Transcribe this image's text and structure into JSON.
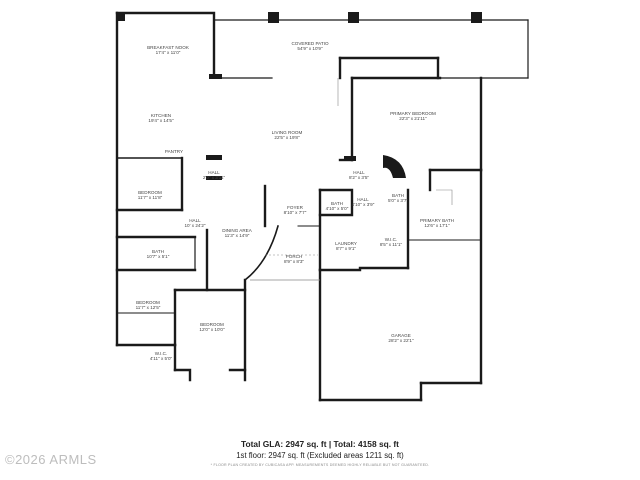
{
  "rooms": [
    {
      "id": "breakfast-nook",
      "name": "BREAKFAST NOOK",
      "dims": "17'4\" x 11'0\""
    },
    {
      "id": "covered-patio",
      "name": "COVERED PATIO",
      "dims": "54'9\" x 10'9\""
    },
    {
      "id": "kitchen",
      "name": "KITCHEN",
      "dims": "19'4\" x 14'5\""
    },
    {
      "id": "living-room",
      "name": "LIVING ROOM",
      "dims": "22'5\" x 19'8\""
    },
    {
      "id": "primary-bedroom",
      "name": "PRIMARY BEDROOM",
      "dims": "22'3\" x 21'11\""
    },
    {
      "id": "pantry",
      "name": "PANTRY",
      "dims": ""
    },
    {
      "id": "hall-1",
      "name": "HALL",
      "dims": "2'0\" x 3'11\""
    },
    {
      "id": "hall-2",
      "name": "HALL",
      "dims": "8'2\" x 3'5\""
    },
    {
      "id": "bedroom-1",
      "name": "BEDROOM",
      "dims": "11'7\" x 11'8\""
    },
    {
      "id": "foyer",
      "name": "FOYER",
      "dims": "8'10\" x 7'7\""
    },
    {
      "id": "bath-1",
      "name": "BATH",
      "dims": "4'10\" x 5'0\""
    },
    {
      "id": "hall-3",
      "name": "HALL",
      "dims": "4'10\" x 3'9\""
    },
    {
      "id": "bath-2",
      "name": "BATH",
      "dims": "5'0\" x 3'7\""
    },
    {
      "id": "primary-bath",
      "name": "PRIMARY BATH",
      "dims": "12'6\" x 17'1\""
    },
    {
      "id": "hall-4",
      "name": "HALL",
      "dims": "10' x 24'2\""
    },
    {
      "id": "dining-area",
      "name": "DINING AREA",
      "dims": "11'3\" x 14'9\""
    },
    {
      "id": "wic-1",
      "name": "W.I.C.",
      "dims": "8'5\" x 11'1\""
    },
    {
      "id": "laundry",
      "name": "LAUNDRY",
      "dims": "8'7\" x 9'1\""
    },
    {
      "id": "bath-3",
      "name": "BATH",
      "dims": "10'7\" x 5'1\""
    },
    {
      "id": "porch",
      "name": "PORCH",
      "dims": "8'9\" x 8'3\""
    },
    {
      "id": "bedroom-2",
      "name": "BEDROOM",
      "dims": "11'7\" x 12'5\""
    },
    {
      "id": "bedroom-3",
      "name": "BEDROOM",
      "dims": "12'0\" x 10'0\""
    },
    {
      "id": "garage",
      "name": "GARAGE",
      "dims": "28'2\" x 22'1\""
    },
    {
      "id": "wic-2",
      "name": "W.I.C.",
      "dims": "4'11\" x 5'0\""
    }
  ],
  "summary": {
    "line1": "Total GLA: 2947 sq. ft | Total: 4158 sq. ft",
    "line2": "1st floor: 2947 sq. ft (Excluded areas 1211 sq. ft)",
    "disclaimer": "* FLOOR PLAN CREATED BY CUBICASA APP. MEASUREMENTS DEEMED HIGHLY RELIABLE BUT NOT GUARANTEED."
  },
  "watermark": "©2026 ARMLS",
  "colors": {
    "wall": "#1a1a1a",
    "thin_wall": "#6a6a6a",
    "label": "#444444"
  }
}
